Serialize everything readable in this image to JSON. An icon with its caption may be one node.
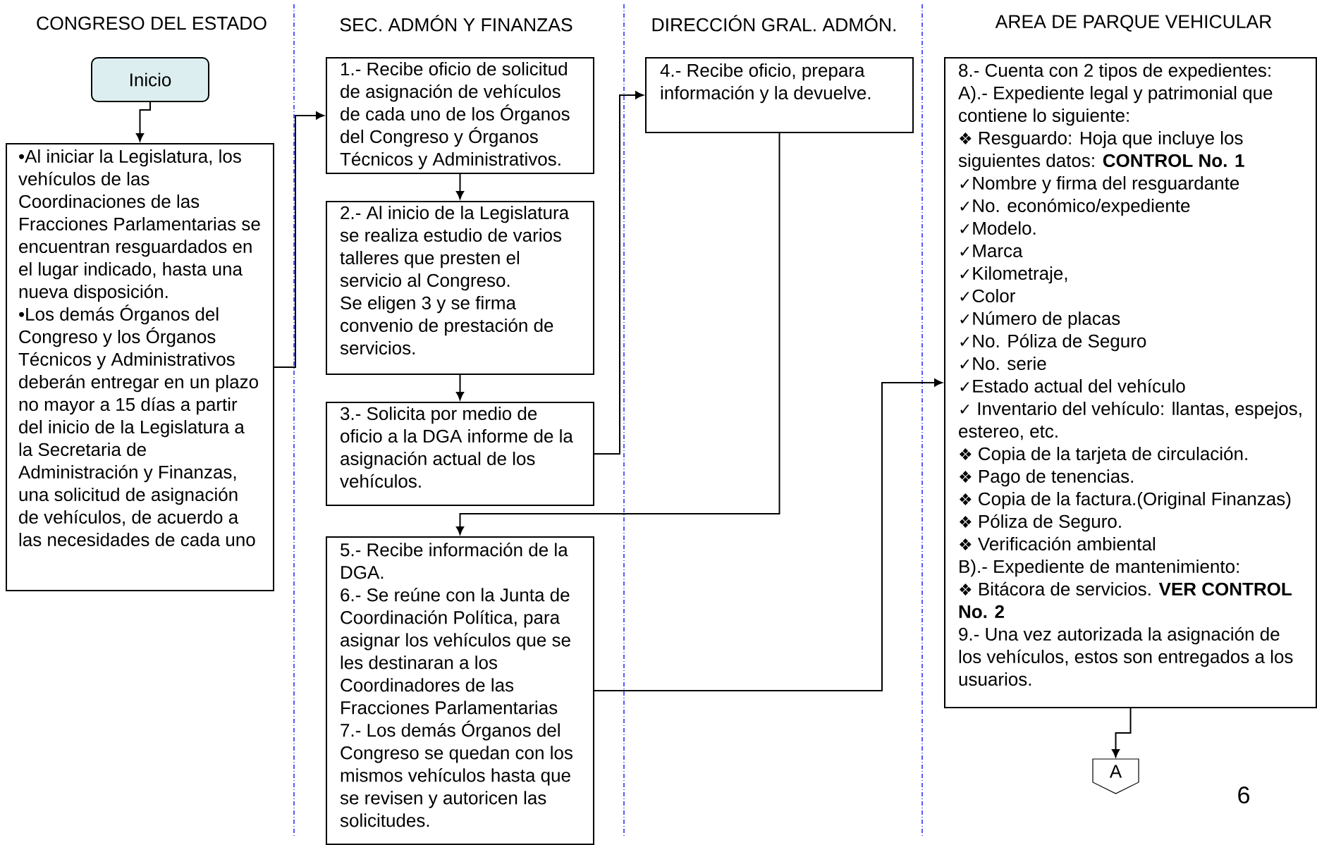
{
  "diagram": {
    "nodes": [
      {
        "text": [
          "Inicio"
        ]
      },
      {
        "text": [
          "•Al iniciar la Legislatura, los vehículos de las Coordinaciones de las Fracciones Parlamentarias se encuentran resguardados en el lugar indicado, hasta una nueva disposición.",
          "•Los demás Órganos del Congreso y los Órganos Técnicos y Administrativos deberán entregar en un plazo no mayor a 15 días a partir del inicio de la Legislatura a la Secretaria de Administración y Finanzas, una solicitud de asignación de vehículos, de acuerdo a las necesidades de cada uno"
        ]
      },
      {
        "text": [
          "1.- Recibe oficio de solicitud de asignación de vehículos de cada uno de los Órganos del Congreso y Órganos Técnicos y Administrativos."
        ]
      },
      {
        "text": [
          "2.- Al inicio de la Legislatura se realiza estudio de varios talleres que presten el servicio al Congreso.",
          "Se eligen 3 y se firma convenio de prestación de servicios."
        ]
      },
      {
        "text": [
          "3.- Solicita por medio de oficio a la DGA informe de la asignación actual de los vehículos."
        ]
      },
      {
        "text": [
          "4.- Recibe oficio, prepara información y la devuelve."
        ]
      },
      {
        "text": [
          "5.- Recibe información de la DGA.",
          "6.- Se reúne con la Junta de Coordinación Política, para asignar los vehículos que se les destinaran a los Coordinadores de las Fracciones Parlamentarias",
          "7.- Los demás Órganos del Congreso se quedan con los mismos vehículos hasta que se revisen y autoricen las solicitudes."
        ]
      },
      {
        "text": [
          "8.- Cuenta con 2 tipos de expedientes:",
          "A).- Expediente legal y patrimonial que contiene lo siguiente:",
          "❖ Resguardo: Hoja que incluye los siguientes datos: **CONTROL No. 1**",
          "✓Nombre y firma del resguardante",
          "✓No. económico/expediente",
          "✓Modelo.",
          "✓Marca",
          "✓Kilometraje,",
          "✓Color",
          "✓Número de placas",
          "✓No. Póliza de Seguro",
          "✓No. serie",
          "✓Estado actual del vehículo",
          "✓ Inventario del vehículo: llantas, espejos, estereo, etc.",
          "❖ Copia de la tarjeta de circulación.",
          "❖ Pago de tenencias.",
          "❖ Copia de la factura.(Original Finanzas)",
          "❖ Póliza de Seguro.",
          "❖ Verificación ambiental",
          "B).- Expediente de mantenimiento:",
          "❖ Bitácora de servicios. **VER CONTROL No. 2**",
          "9.- Una vez autorizada la asignación de los vehículos, estos son entregados a los usuarios."
        ]
      },
      {
        "text": [
          "A"
        ]
      }
    ],
    "edges": [
      {
        "from": 0,
        "to": 1,
        "arrow": "to"
      },
      {
        "from": 1,
        "to": 2,
        "arrow": "to"
      },
      {
        "from": 2,
        "to": 3,
        "arrow": "to"
      },
      {
        "from": 3,
        "to": 4,
        "arrow": "to"
      },
      {
        "from": 4,
        "to": 5,
        "arrow": "to"
      },
      {
        "from": 5,
        "to": 6,
        "arrow": "to"
      },
      {
        "from": 6,
        "to": 7,
        "arrow": "to"
      },
      {
        "from": 7,
        "to": 8,
        "arrow": "to"
      }
    ],
    "labels": [
      "CONGRESO DEL ESTADO",
      "SEC. ADMÓN Y FINANZAS",
      "DIRECCIÓN GRAL. ADMÓN.",
      "AREA DE PARQUE VEHICULAR",
      "6"
    ]
  }
}
